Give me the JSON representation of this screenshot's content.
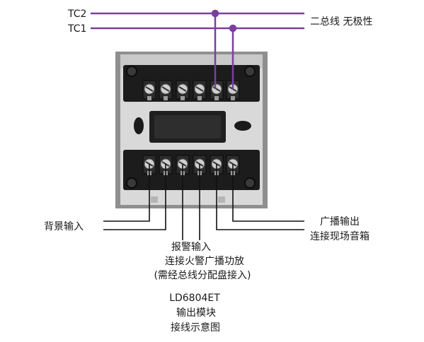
{
  "bus_wires": {
    "tc2": "TC2",
    "tc1": "TC1"
  },
  "bus_note": "二总线 无极性",
  "left_callout": "背景输入",
  "right_callout": [
    "广播输出",
    "连接现场音箱"
  ],
  "bottom_callout": [
    "报警输入",
    "连接火警广播功放",
    "(需经总线分配盘接入)"
  ],
  "caption": [
    "LD6804ET",
    "输出模块",
    "接线示意图"
  ],
  "colors": {
    "bus": "#7b3fa0",
    "wire": "#111111",
    "plate": "#d7d7d7",
    "frame": "#8f8f8f",
    "terminal_block": "#1c1c1c"
  }
}
